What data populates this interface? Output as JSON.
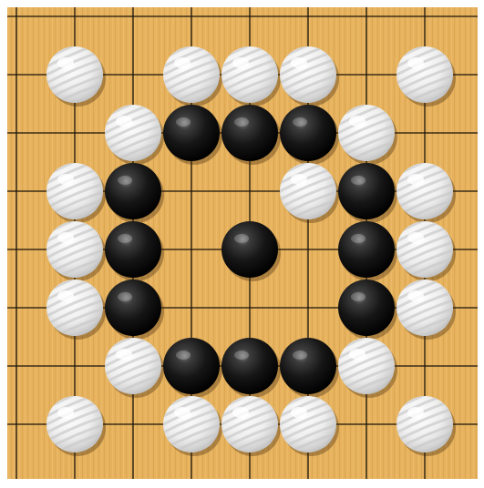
{
  "board": {
    "cols": 9,
    "rows": 9,
    "wood_color": "#e7b35f",
    "line_color": "#1a1208",
    "stones": [
      {
        "col": 1,
        "row": 1,
        "color": "white"
      },
      {
        "col": 3,
        "row": 1,
        "color": "white"
      },
      {
        "col": 4,
        "row": 1,
        "color": "white"
      },
      {
        "col": 5,
        "row": 1,
        "color": "white"
      },
      {
        "col": 7,
        "row": 1,
        "color": "white"
      },
      {
        "col": 2,
        "row": 2,
        "color": "white"
      },
      {
        "col": 3,
        "row": 2,
        "color": "black"
      },
      {
        "col": 4,
        "row": 2,
        "color": "black"
      },
      {
        "col": 5,
        "row": 2,
        "color": "black"
      },
      {
        "col": 6,
        "row": 2,
        "color": "white"
      },
      {
        "col": 1,
        "row": 3,
        "color": "white"
      },
      {
        "col": 2,
        "row": 3,
        "color": "black"
      },
      {
        "col": 5,
        "row": 3,
        "color": "white"
      },
      {
        "col": 6,
        "row": 3,
        "color": "black"
      },
      {
        "col": 7,
        "row": 3,
        "color": "white"
      },
      {
        "col": 1,
        "row": 4,
        "color": "white"
      },
      {
        "col": 2,
        "row": 4,
        "color": "black"
      },
      {
        "col": 4,
        "row": 4,
        "color": "black"
      },
      {
        "col": 6,
        "row": 4,
        "color": "black"
      },
      {
        "col": 7,
        "row": 4,
        "color": "white"
      },
      {
        "col": 1,
        "row": 5,
        "color": "white"
      },
      {
        "col": 2,
        "row": 5,
        "color": "black"
      },
      {
        "col": 6,
        "row": 5,
        "color": "black"
      },
      {
        "col": 7,
        "row": 5,
        "color": "white"
      },
      {
        "col": 2,
        "row": 6,
        "color": "white"
      },
      {
        "col": 3,
        "row": 6,
        "color": "black"
      },
      {
        "col": 4,
        "row": 6,
        "color": "black"
      },
      {
        "col": 5,
        "row": 6,
        "color": "black"
      },
      {
        "col": 6,
        "row": 6,
        "color": "white"
      },
      {
        "col": 1,
        "row": 7,
        "color": "white"
      },
      {
        "col": 3,
        "row": 7,
        "color": "white"
      },
      {
        "col": 4,
        "row": 7,
        "color": "white"
      },
      {
        "col": 5,
        "row": 7,
        "color": "white"
      },
      {
        "col": 7,
        "row": 7,
        "color": "white"
      }
    ]
  }
}
